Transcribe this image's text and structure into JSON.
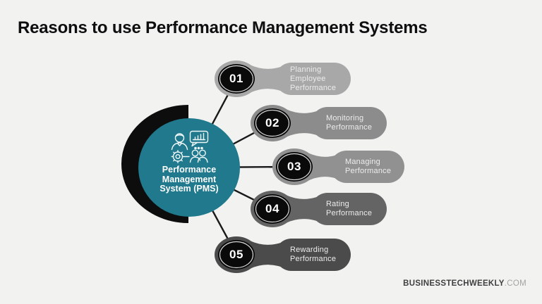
{
  "title": "Reasons to use Performance Management Systems",
  "center": {
    "lines": [
      "Performance",
      "Management",
      "System (PMS)"
    ]
  },
  "items": [
    {
      "number": "01",
      "lines": [
        "Planning",
        "Employee",
        "Performance"
      ]
    },
    {
      "number": "02",
      "lines": [
        "Monitoring",
        "Performance"
      ]
    },
    {
      "number": "03",
      "lines": [
        "Managing",
        "Performance"
      ]
    },
    {
      "number": "04",
      "lines": [
        "Rating",
        "Performance"
      ]
    },
    {
      "number": "05",
      "lines": [
        "Rewarding",
        "Performance"
      ]
    }
  ],
  "watermark": {
    "brand": "BUSINESSTECHWEEKLY",
    "suffix": ".COM"
  },
  "colors": {
    "background": "#f2f2f1",
    "title_text": "#0e0e0e",
    "teal": "#20798c",
    "crescent": "#0d0d0d",
    "connector": "#1a1a1a",
    "number_circle": "#0a0a0a",
    "number_ring": "#d6d6d6",
    "number_text": "#ffffff",
    "center_text": "#ffffff",
    "label_text": "#ececec",
    "icon_stroke": "#eef7f8",
    "pills": [
      "#a8a8a8",
      "#8c8c8c",
      "#919191",
      "#646464",
      "#4b4b4b"
    ],
    "watermark_brand": "#3f3f3f",
    "watermark_suffix": "#a3a3a3"
  }
}
